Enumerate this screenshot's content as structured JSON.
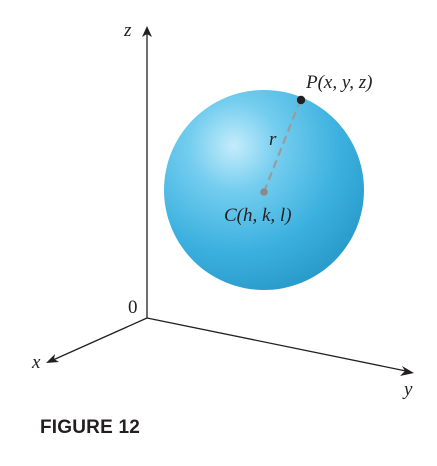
{
  "diagram": {
    "axes": {
      "z_label": "z",
      "x_label": "x",
      "y_label": "y",
      "origin_label": "0"
    },
    "sphere": {
      "fill_color": "#3ab0df",
      "highlight_color": "#bfe9fa",
      "center_label": "C(h, k, l)",
      "point_label": "P(x, y, z)",
      "radius_label": "r"
    },
    "colors": {
      "axis": "#231f20",
      "radius_line": "#9b9b9b",
      "point": "#231f20",
      "center_point": "#8a8a8a"
    }
  },
  "caption": "FIGURE 12"
}
